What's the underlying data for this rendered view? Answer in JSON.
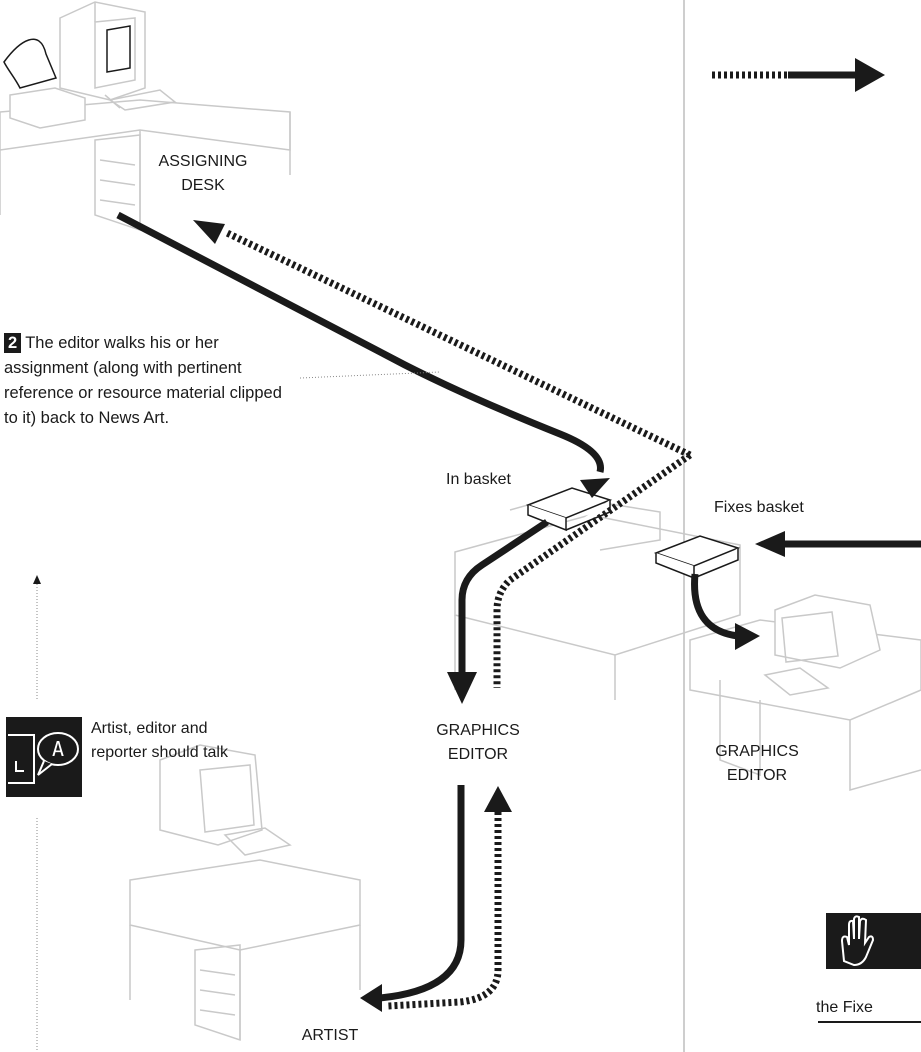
{
  "labels": {
    "assigning_desk": [
      "ASSIGNING",
      "DESK"
    ],
    "graphics_editor_center": [
      "GRAPHICS",
      "EDITOR"
    ],
    "graphics_editor_right": [
      "GRAPHICS",
      "EDITOR"
    ],
    "artist": "ARTIST",
    "in_basket": "In basket",
    "fixes_basket": "Fixes basket"
  },
  "step": {
    "number": "2",
    "text": "The editor walks his or her assignment (along with pertinent reference or resource material clipped to it) back to News Art."
  },
  "talk_note": {
    "icon_letter": "A",
    "text": "Artist, editor and reporter should talk"
  },
  "cropped_text": "the Fixe",
  "colors": {
    "ink": "#1a1a1a",
    "furniture": "#c9c9c9",
    "rule": "#bdbdbd",
    "leader": "#888888"
  }
}
